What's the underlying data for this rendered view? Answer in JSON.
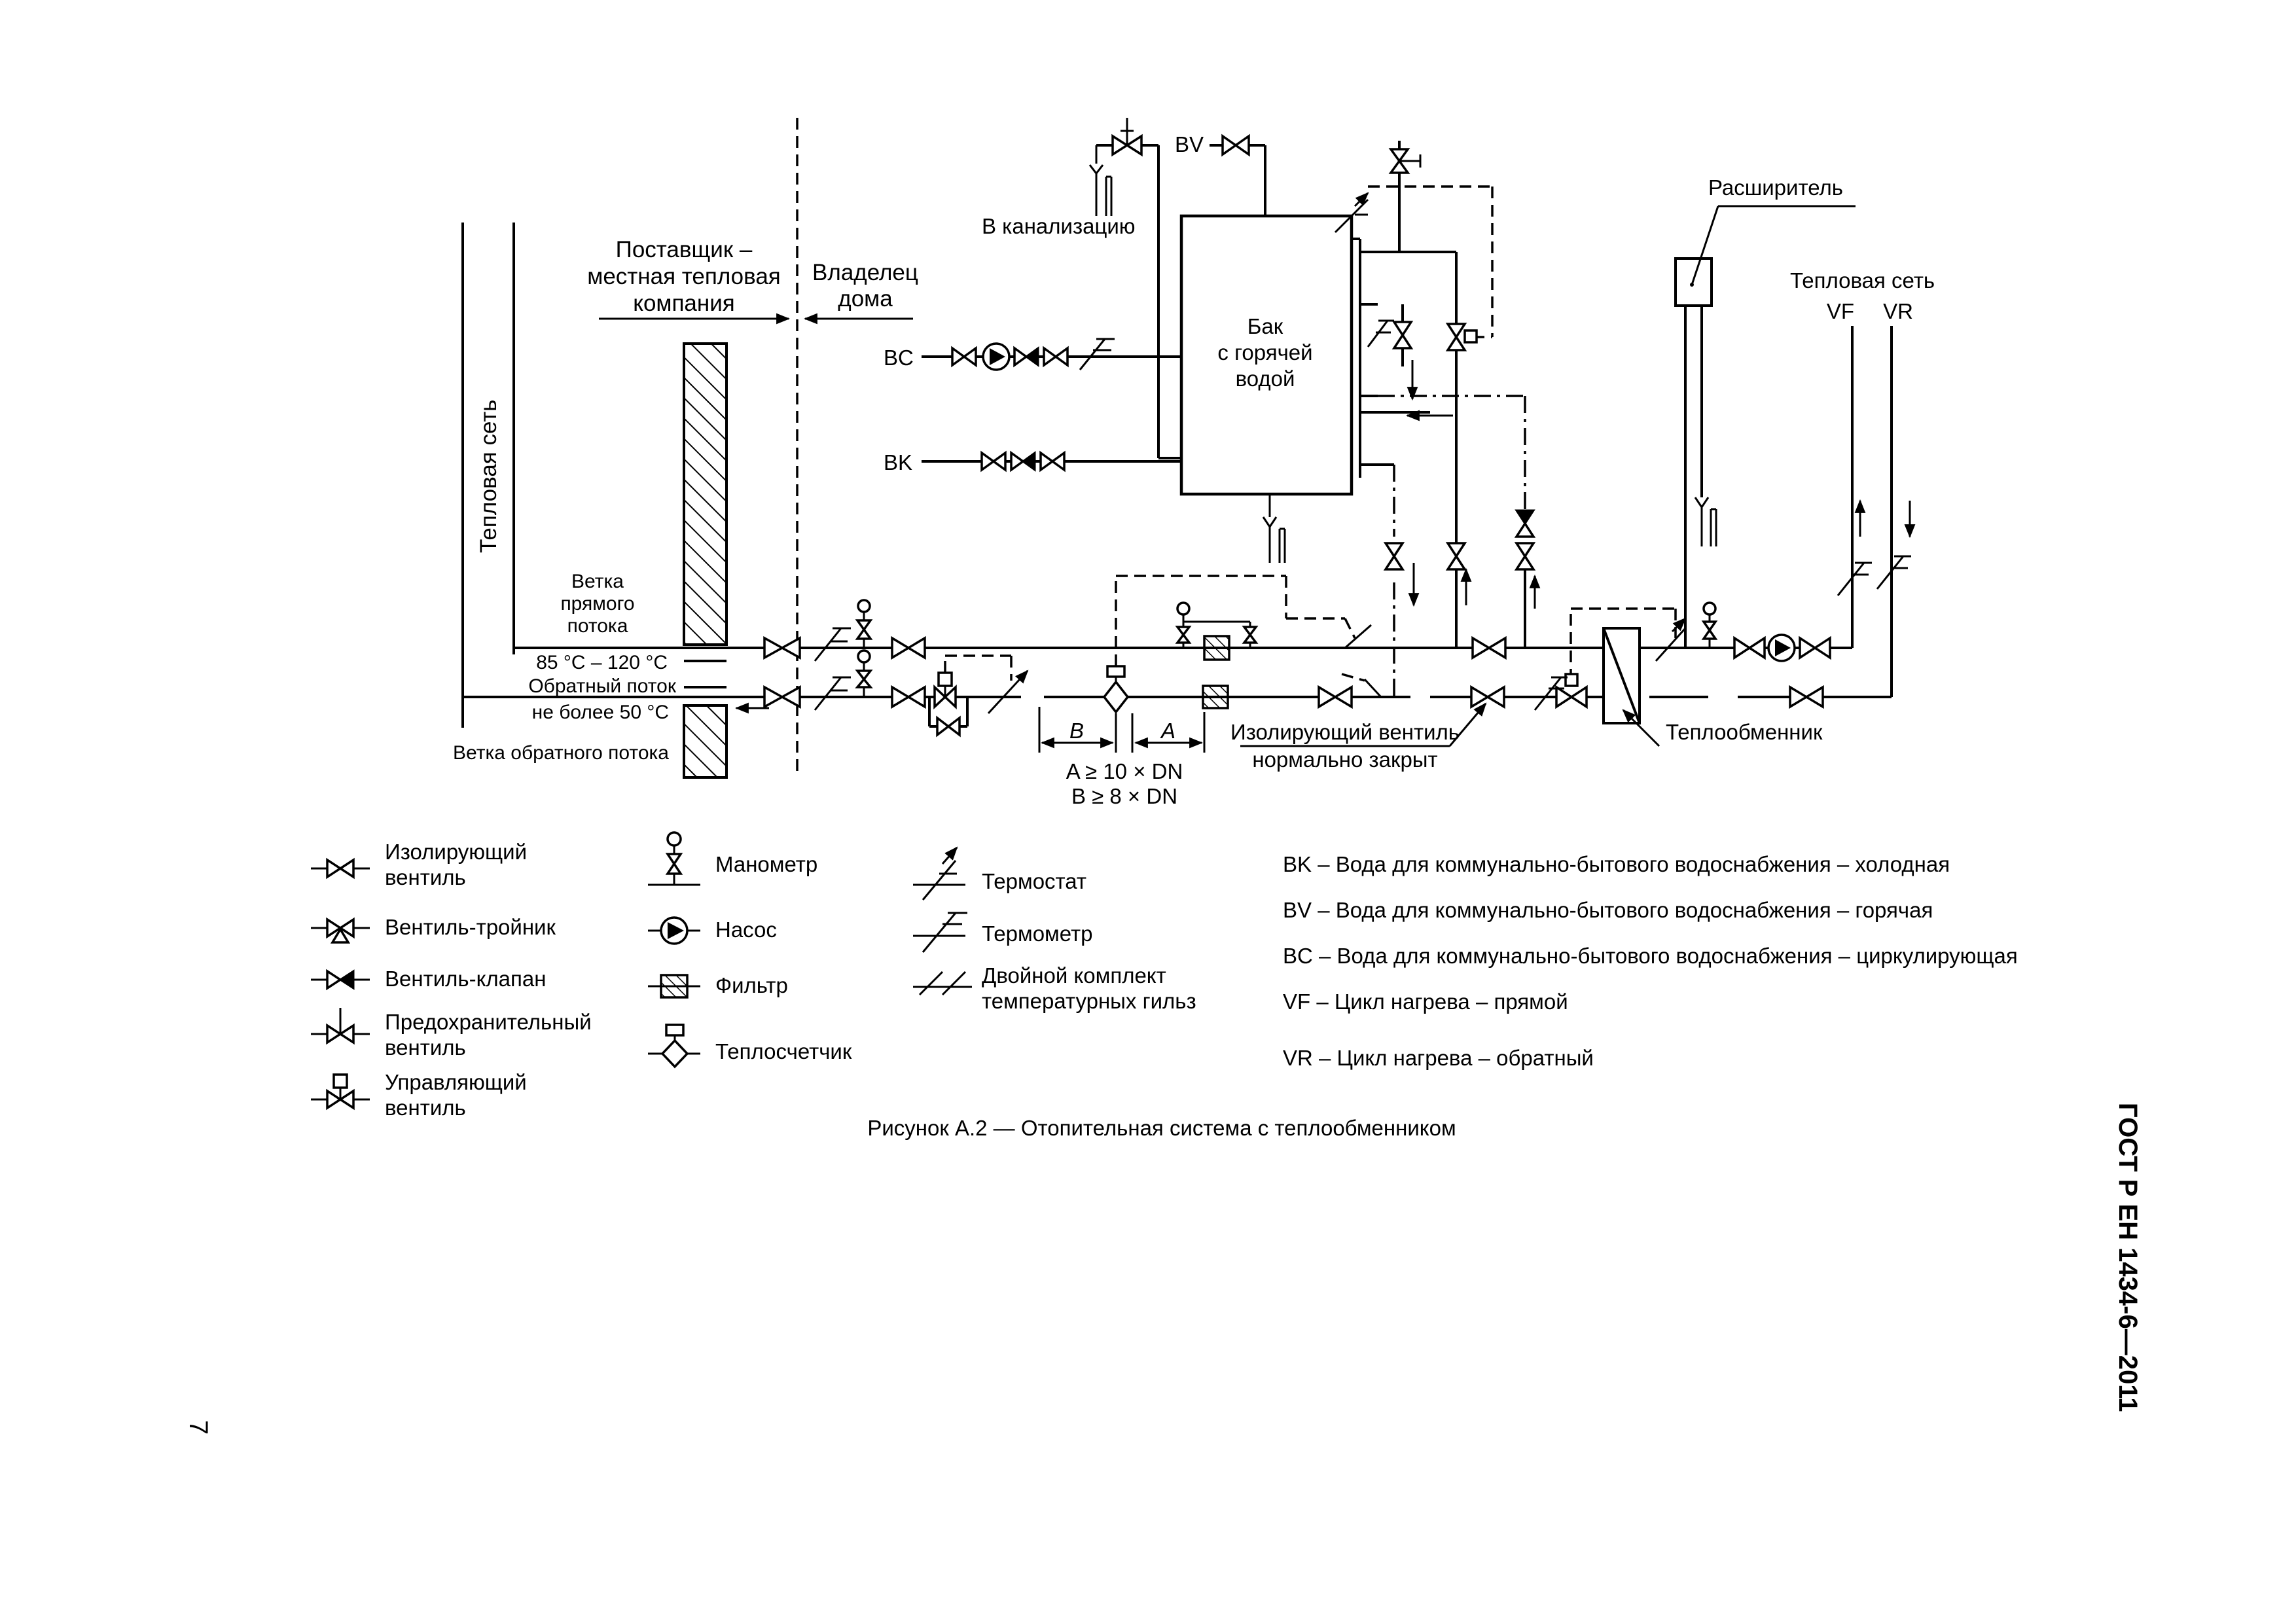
{
  "diagram": {
    "supplier_label": [
      "Поставщик –",
      "местная тепловая",
      "компания"
    ],
    "owner_label": [
      "Владелец",
      "дома"
    ],
    "heat_network_vertical": "Тепловая сеть",
    "forward_branch": [
      "Ветка",
      "прямого",
      "потока"
    ],
    "forward_temp": "85 °С – 120 °С",
    "return_flow": "Обратный поток",
    "return_temp": "не более 50 °С",
    "return_branch": "Ветка обратного потока",
    "to_sewer": "В канализацию",
    "tank": [
      "Бак",
      "с горячей",
      "водой"
    ],
    "bv": "BV",
    "bc": "BC",
    "bk": "BK",
    "expander": "Расширитель",
    "heat_network_right": "Тепловая сеть",
    "vf": "VF",
    "vr": "VR",
    "dim_b": "B",
    "dim_a": "A",
    "cond_a": "A ≥ 10 × DN",
    "cond_b": "B ≥ 8 × DN",
    "isolating_closed": [
      "Изолирующий вентиль",
      "нормально закрыт"
    ],
    "heat_exchanger": "Теплообменник"
  },
  "legend": {
    "isolating_valve": [
      "Изолирующий",
      "вентиль"
    ],
    "tee_valve": "Вентиль-тройник",
    "check_valve": "Вентиль-клапан",
    "safety_valve": [
      "Предохранительный",
      "вентиль"
    ],
    "control_valve": [
      "Управляющий",
      "вентиль"
    ],
    "manometer": "Манометр",
    "pump": "Насос",
    "filter": "Фильтр",
    "heat_meter": "Теплосчетчик",
    "thermostat": "Термостат",
    "thermometer": "Термометр",
    "double_well": [
      "Двойной комплект",
      "температурных гильз"
    ]
  },
  "abbreviations": [
    "BK – Вода для коммунально-бытового водоснабжения – холодная",
    "BV – Вода для коммунально-бытового водоснабжения – горячая",
    "BC – Вода для коммунально-бытового водоснабжения – циркулирующая",
    "VF – Цикл нагрева – прямой",
    "VR – Цикл нагрева – обратный"
  ],
  "caption": "Рисунок А.2 — Отопительная система с теплообменником",
  "standard": "ГОСТ Р ЕН 1434-6—2011",
  "page_number": "7"
}
